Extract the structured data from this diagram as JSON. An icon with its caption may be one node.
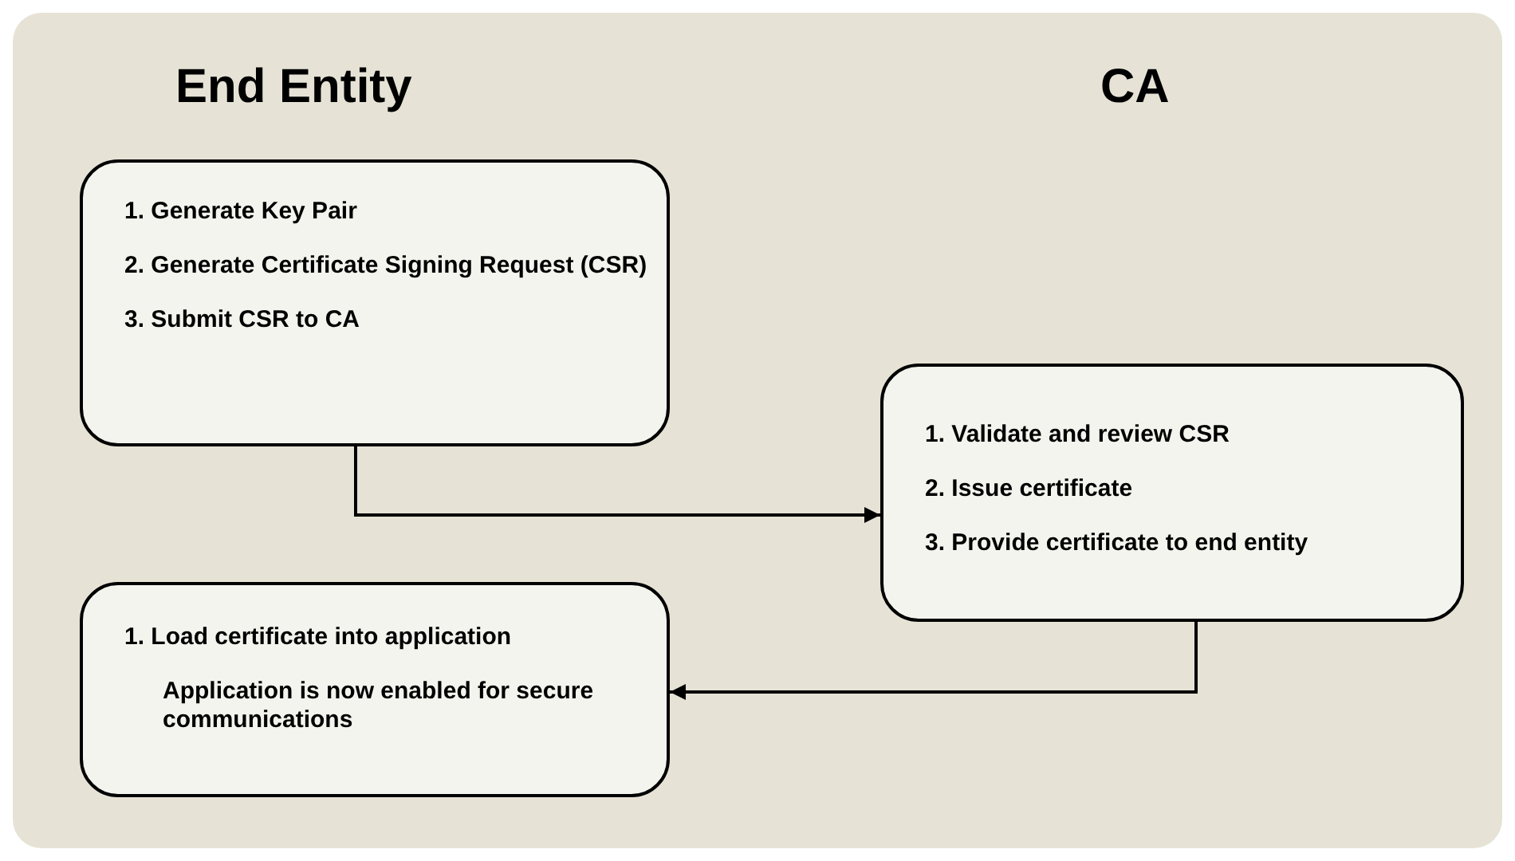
{
  "diagram": {
    "nodes": [
      {
        "text": [
          "1. Generate Key Pair",
          "2. Generate Certificate Signing Request (CSR)",
          "3. Submit CSR to CA"
        ]
      },
      {
        "text": [
          "1. Validate and review CSR",
          "2. Issue certificate",
          "3. Provide certificate to end entity"
        ]
      },
      {
        "text": [
          "1. Load certificate into application",
          "Application is now enabled for secure communications"
        ]
      }
    ],
    "edges": [
      {
        "from": 0,
        "to": 1,
        "arrow": "to"
      },
      {
        "from": 1,
        "to": 2,
        "arrow": "to"
      }
    ],
    "labels": [
      "End Entity",
      "CA"
    ]
  }
}
